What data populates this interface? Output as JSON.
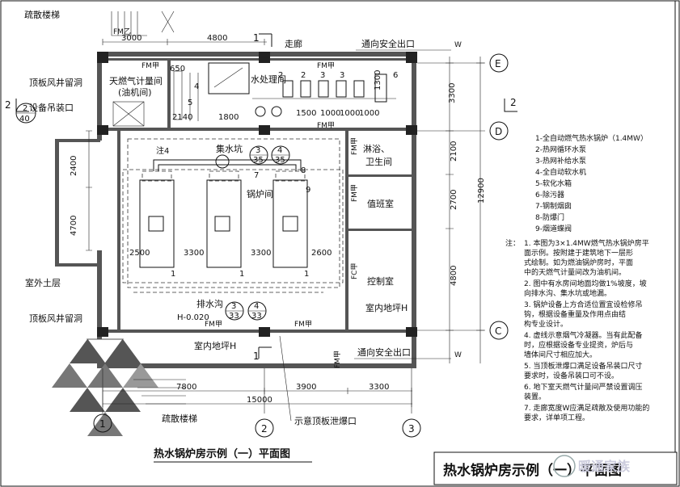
{
  "drawing": {
    "plan_caption": "热水锅炉房示例（一）平面图",
    "title_block": "热水锅炉房示例（一）平面图",
    "watermark": "暖通家族",
    "section_mark": {
      "number": "1",
      "number2": "2"
    },
    "axes": {
      "rows": [
        "E",
        "D",
        "C"
      ],
      "cols": [
        "1",
        "2",
        "3"
      ]
    },
    "rooms": {
      "corridor_top": "走廊",
      "exit_top": "通向安全出口",
      "exit_bottom": "通向安全出口",
      "stair_top": "疏散楼梯",
      "stair_bottom": "疏散楼梯",
      "gas_room": "天燃气计量间",
      "gas_room_sub": "(油机间)",
      "water_room": "水处理间",
      "boiler_room": "锅炉间",
      "bath": "淋浴、",
      "bath2": "卫生间",
      "duty": "值班室",
      "control": "控制室",
      "outdoor": "室外土层",
      "indoor_ground_1": "室内地坪H",
      "indoor_ground_2": "室内地坪H",
      "vent_top": "顶板风井留洞",
      "vent_bottom": "顶板风井留洞",
      "hoist": "设备吊装口",
      "drain": "排水沟",
      "sump": "集水坑",
      "blast_vent": "示意顶板泄爆口",
      "note4": "注4",
      "elevation": "H-0.020"
    },
    "doors": {
      "fmz": "FM乙",
      "fm_jia": "FM甲",
      "fc_jia": "FC甲",
      "w": "W"
    },
    "detail_refs": [
      {
        "top": "3",
        "bottom": "35"
      },
      {
        "top": "4",
        "bottom": "35"
      },
      {
        "top": "3",
        "bottom": "33"
      },
      {
        "top": "4",
        "bottom": "33"
      },
      {
        "top": "2",
        "bottom": "40"
      }
    ],
    "dims": {
      "top": [
        "3000",
        "4800"
      ],
      "bottom": [
        "7800",
        "3900",
        "3300"
      ],
      "bottom_total": "15000",
      "right": [
        "3300",
        "2100",
        "2700",
        "4800"
      ],
      "right_total": "12900",
      "left": [
        "2400",
        "4700"
      ],
      "boiler_row": [
        "2500",
        "3300",
        "3300",
        "2600"
      ],
      "water": [
        "1500",
        "1000",
        "1000",
        "1000"
      ],
      "water_top": "1300",
      "gas_small": [
        "650",
        "2140",
        "1800"
      ]
    },
    "equip_tags": [
      "1",
      "2",
      "3",
      "4",
      "5",
      "6",
      "7",
      "8",
      "9"
    ],
    "legend": [
      "1-全自动燃气热水锅炉（1.4MW）",
      "2-热网循环水泵",
      "3-热网补给水泵",
      "4-全自动软水机",
      "5-软化水箱",
      "6-除污器",
      "7-钢制烟囱",
      "8-防爆门",
      "9-烟道蝶阀"
    ],
    "notes_label": "注：",
    "notes": [
      "1. 本图为3×1.4MW燃气热水锅炉房平",
      "   面示例。按附建于建筑地下一层形",
      "   式绘制。如为燃油锅炉房时，平面",
      "   中的天燃气计量间改为油机间。",
      "2. 图中有水房间地面均做1%坡度，坡",
      "   向排水沟、集水坑或地漏。",
      "3. 锅炉设备上方合适位置宜设检修吊",
      "   钩，根据设备重量及作用点由结",
      "   构专业设计。",
      "4. 虚线示意烟气冷凝器。当有此配备",
      "   时，应根据设备专业提资，炉后与",
      "   墙体间尺寸相应加大。",
      "5. 当顶板泄爆口满足设备吊装口尺寸",
      "   要求时，设备吊装口可不设。",
      "6. 地下室天燃气计量间严禁设置调压",
      "   装置。",
      "7. 走廊宽度W应满足疏散及使用功能的",
      "   要求，详单项工程。"
    ],
    "colors": {
      "line": "#111111",
      "wall": "#555555",
      "hatch": "#333333"
    }
  }
}
